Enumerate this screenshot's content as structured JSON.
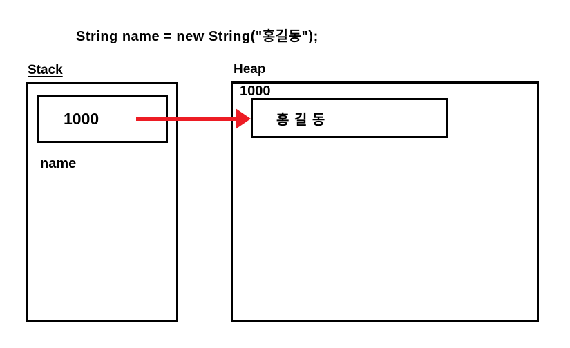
{
  "code_line": "String name = new String(\"홍길동\");",
  "stack": {
    "label": "Stack",
    "value": "1000",
    "var_name": "name"
  },
  "heap": {
    "label": "Heap",
    "address": "1000",
    "value": "홍 길 동"
  },
  "arrow": {
    "meaning": "reference from stack variable to heap object",
    "color": "#ED1C24"
  },
  "colors": {
    "border": "#000000",
    "background": "#FFFFFF",
    "text": "#000000"
  }
}
